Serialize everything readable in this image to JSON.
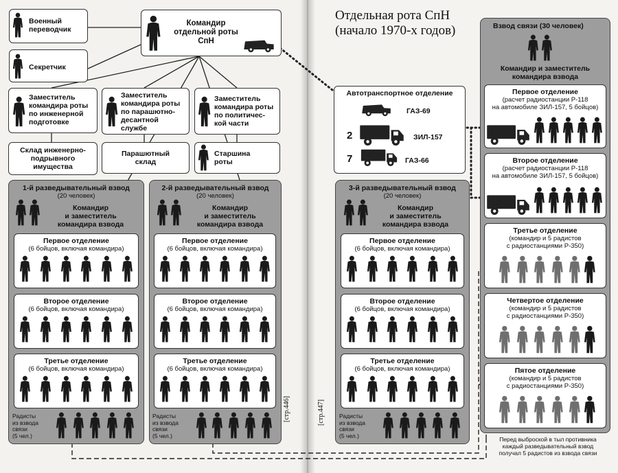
{
  "right_title": [
    "Отдельная рота СпН",
    "(начало 1970-х годов)"
  ],
  "commander": [
    "Командир",
    "отдельной роты",
    "СпН"
  ],
  "interpreter": [
    "Военный",
    "переводчик"
  ],
  "secretary": "Секретчик",
  "deputy_engineering": [
    "Заместитель",
    "командира роты",
    "по инженерной",
    "подготовке"
  ],
  "deputy_airborne": [
    "Заместитель",
    "командира роты",
    "по парашютно-",
    "десантной",
    "службе"
  ],
  "deputy_political": [
    "Заместитель",
    "командира роты",
    "по политичес-",
    "кой части"
  ],
  "engineering_depot": [
    "Склад инженерно-",
    "подрывного",
    "имущества"
  ],
  "parachute_depot": [
    "Парашютный",
    "склад"
  ],
  "sergeant_major": [
    "Старшина",
    "роты"
  ],
  "platoon_1": "1-й разведывательный взвод",
  "platoon_2": "2-й разведывательный взвод",
  "platoon_3": "3-й разведывательный взвод",
  "platoon_size": "(20 человек)",
  "platoon_cmd": [
    "Командир",
    "и заместитель",
    "командира взвода"
  ],
  "squad_1": "Первое отделение",
  "squad_2": "Второе отделение",
  "squad_3": "Третье отделение",
  "squad_desc": "(6 бойцов, включая командира)",
  "radio_attach": [
    "Радисты",
    "из взвода",
    "связи",
    "(5 чел.)"
  ],
  "transport_title": "Автотранспортное отделение",
  "gaz69": "ГАЗ-69",
  "zil157": "ЗИЛ-157",
  "gaz66": "ГАЗ-66",
  "count_zil": "2",
  "count_gaz66": "7",
  "signal_title": "Взвод связи (30 человек)",
  "signal_cmd": [
    "Командир и заместитель",
    "командира взвода"
  ],
  "signal_squad_1": [
    "Первое отделение",
    "(расчет радиостанции Р-118",
    "на автомобиле ЗИЛ-157, 5 бойцов)"
  ],
  "signal_squad_2": [
    "Второе отделение",
    "(расчет радиостанции Р-118",
    "на автомобиле ЗИЛ-157, 5 бойцов)"
  ],
  "signal_squad_3": [
    "Третье отделение",
    "(командир и 5 радистов",
    "с радиостанциями Р-350)"
  ],
  "signal_squad_4": [
    "Четвертое отделение",
    "(командир и 5 радистов",
    "с радиостанциями Р-350)"
  ],
  "signal_squad_5": [
    "Пятое отделение",
    "(командир и 5 радистов",
    "с радиостанциями Р-350)"
  ],
  "footnote": [
    "Перед выброской в тыл противника",
    "каждый разведывательный взвод",
    "получал 5 радистов из взвода связи"
  ],
  "page_left": "[стр.446]",
  "page_right": "[стр.447]",
  "colors": {
    "gray_panel": "#9d9d9d",
    "silhouette": "#1a1a1a",
    "faded_silhouette": "#6f6f6f"
  }
}
